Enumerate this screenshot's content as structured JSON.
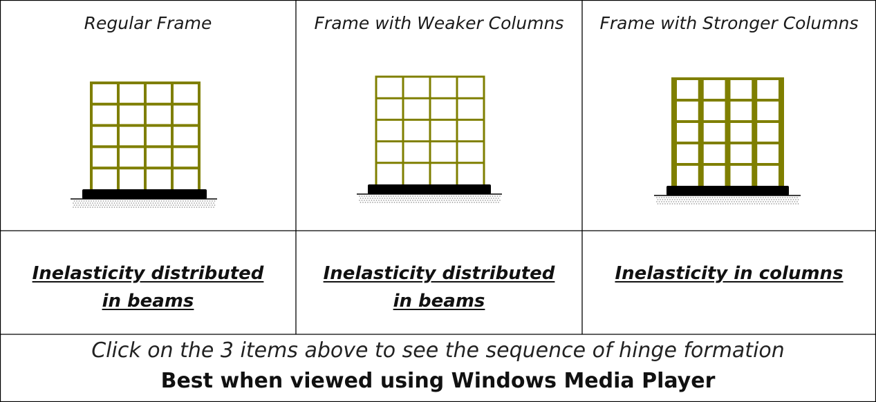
{
  "cells": [
    {
      "title": "Regular Frame",
      "link": "Inelasticity distributed in beams",
      "frame": {
        "floors": 5,
        "bays": 4,
        "column_weight": "regular"
      }
    },
    {
      "title": "Frame with Weaker Columns",
      "link": "Inelasticity distributed in beams",
      "frame": {
        "floors": 5,
        "bays": 4,
        "column_weight": "weak"
      }
    },
    {
      "title": "Frame with Stronger Columns",
      "link": "Inelasticity in columns",
      "frame": {
        "floors": 5,
        "bays": 4,
        "column_weight": "strong"
      }
    }
  ],
  "footer": {
    "instruction": "Click on the 3 items above to see the sequence of hinge formation",
    "note": "Best when viewed using Windows Media Player"
  },
  "colors": {
    "frame": "#7f7f00",
    "base": "#000000",
    "ground_dots": "#888888"
  }
}
